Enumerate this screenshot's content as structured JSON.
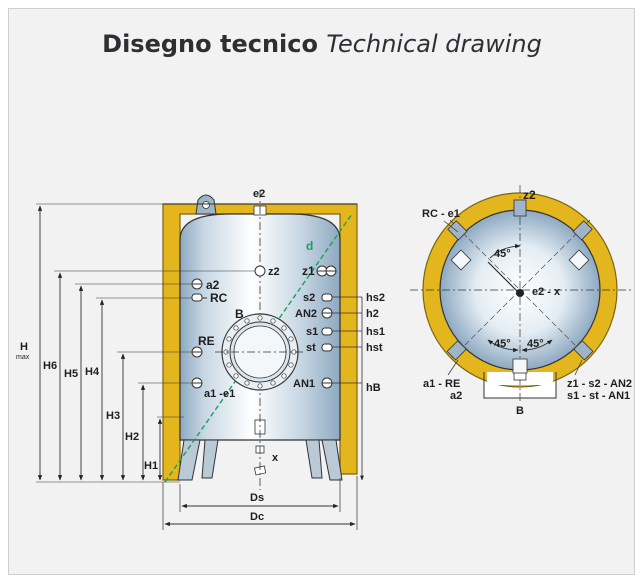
{
  "title": {
    "main": "Disegno tecnico",
    "italic": "Technical drawing"
  },
  "colors": {
    "insulation": "#e3b61e",
    "insulation_edge": "#7d6510",
    "tank_light": "#ffffff",
    "tank_dark": "#9fb7cc",
    "line": "#222222",
    "diagonal": "#1aa05a"
  },
  "side_view": {
    "top_label": "e2",
    "diagonal_label": "d",
    "height_labels": {
      "hmax_main": "H",
      "hmax_sub": "max",
      "h6": "H6",
      "h5": "H5",
      "h4": "H4",
      "h3": "H3",
      "h2": "H2",
      "h1": "H1"
    },
    "left_ports": {
      "a2": "a2",
      "rc": "RC",
      "re": "RE",
      "a1e1": "a1 -e1"
    },
    "center": {
      "z2": "z2",
      "manhole": "B",
      "x": "x"
    },
    "right_ports": {
      "z1": "z1",
      "s2": "s2",
      "an2": "AN2",
      "s1": "s1",
      "st": "st",
      "an1": "AN1"
    },
    "right_sensors": {
      "hs2": "hs2",
      "h2": "h2",
      "hs1": "hs1",
      "hst": "hst",
      "hb": "hB"
    },
    "diameters": {
      "ds": "Ds",
      "dc": "Dc"
    }
  },
  "top_view": {
    "z2": "z2",
    "rc_e1": "RC - e1",
    "center": "e2 - x",
    "angle1": "45°",
    "angle2": "45°",
    "angle3": "45°",
    "a1re": "a1 - RE",
    "a2": "a2",
    "b": "B",
    "right_line1": "z1 - s2 - AN2",
    "right_line2": "s1 - st - AN1"
  }
}
